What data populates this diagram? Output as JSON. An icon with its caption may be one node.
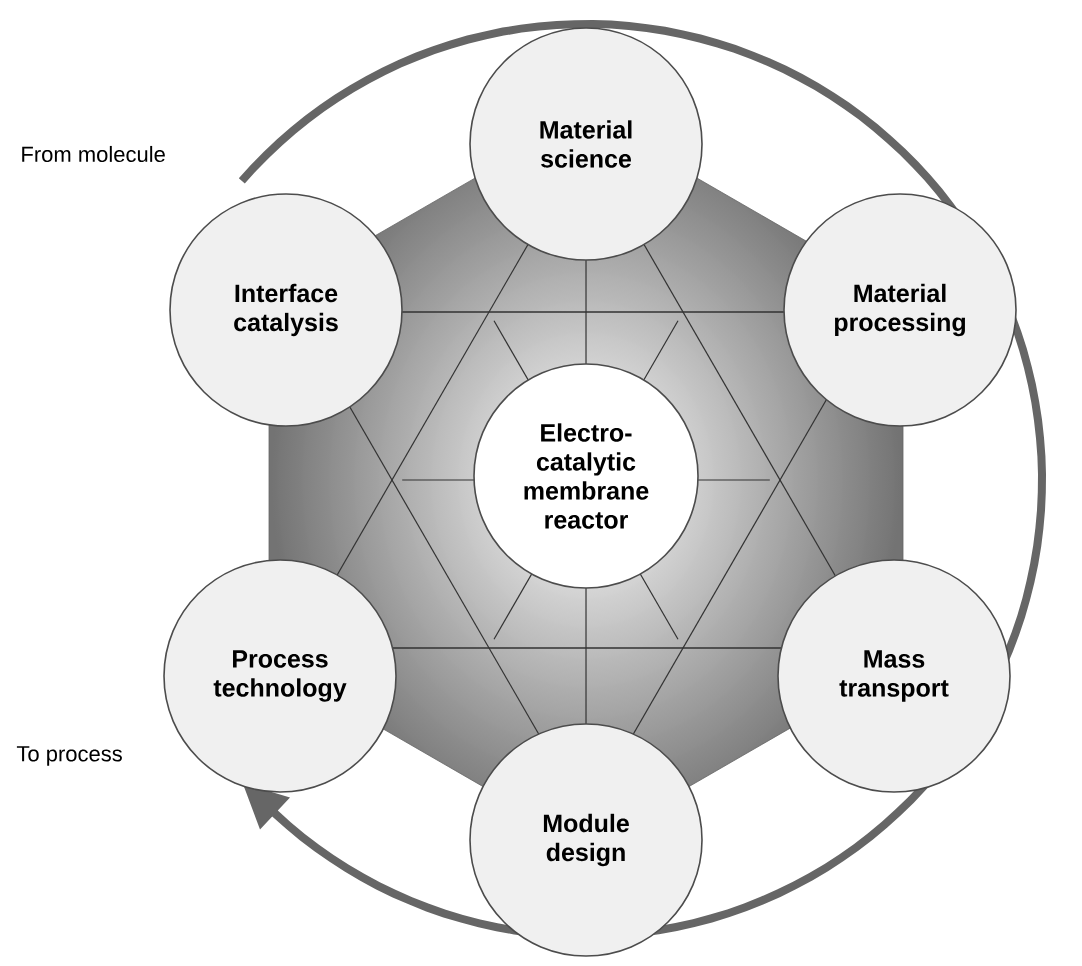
{
  "diagram": {
    "nodes": [
      {
        "text": [
          "Material science"
        ]
      },
      {
        "text": [
          "Interface catalysis"
        ]
      },
      {
        "text": [
          "Material processing"
        ]
      },
      {
        "text": [
          "Electro-catalytic membrane reactor"
        ]
      },
      {
        "text": [
          "Process technology"
        ]
      },
      {
        "text": [
          "Mass transport"
        ]
      },
      {
        "text": [
          "Module design"
        ]
      }
    ],
    "labels": [
      "From molecule",
      "To process"
    ]
  }
}
